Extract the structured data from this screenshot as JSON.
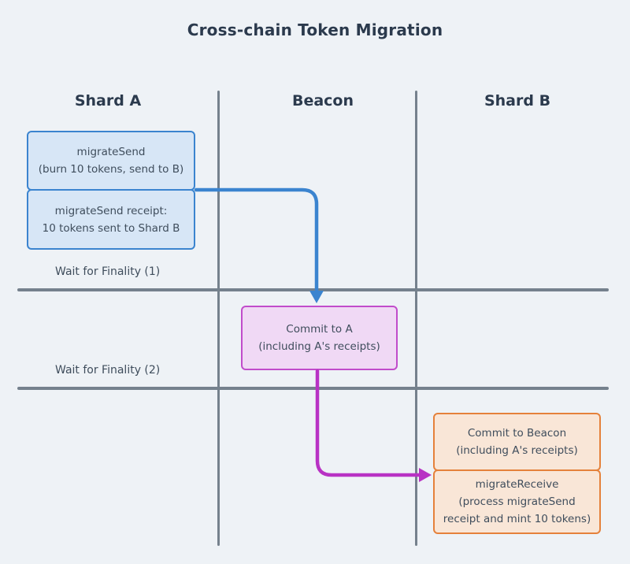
{
  "title": "Cross-chain Token Migration",
  "columns": {
    "shard_a": "Shard A",
    "beacon": "Beacon",
    "shard_b": "Shard B"
  },
  "boxes": {
    "migrate_send": {
      "lines": [
        "migrateSend",
        "(burn 10 tokens, send to B)"
      ]
    },
    "migrate_send_receipt": {
      "lines": [
        "migrateSend receipt:",
        "10 tokens sent to Shard B"
      ]
    },
    "commit_to_a": {
      "lines": [
        "Commit to A",
        "(including A's receipts)"
      ]
    },
    "commit_to_beacon": {
      "lines": [
        "Commit to Beacon",
        "(including A's receipts)"
      ]
    },
    "migrate_receive": {
      "lines": [
        "migrateReceive",
        "(process migrateSend",
        "receipt and mint 10 tokens)"
      ]
    }
  },
  "labels": {
    "wait_finality_1": "Wait for Finality (1)",
    "wait_finality_2": "Wait for Finality (2)"
  },
  "colors": {
    "background": "#eef2f6",
    "heading_text": "#2b3a4d",
    "body_text": "#3f4d5c",
    "grid_line": "#75818d",
    "blue_border": "#3b84cf",
    "blue_fill": "#d7e6f6",
    "blue_arrow": "#3b84cf",
    "purple_border": "#c14ccb",
    "purple_fill": "#f0d9f5",
    "magenta_arrow": "#b832c4",
    "orange_border": "#e5813b",
    "orange_fill": "#f9e6d7"
  }
}
